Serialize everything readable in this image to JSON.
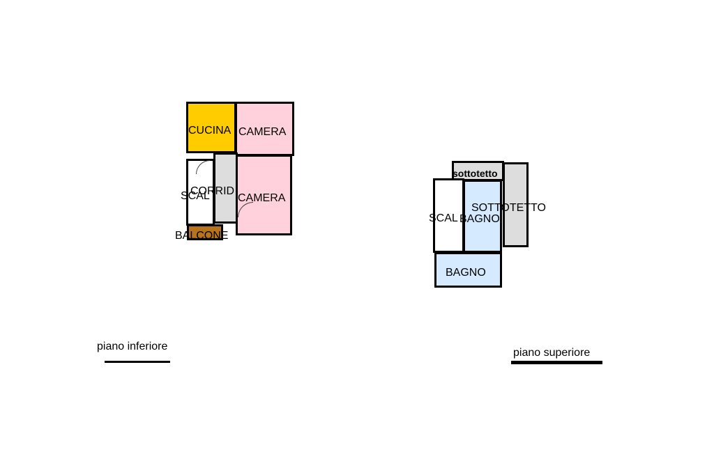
{
  "floors": {
    "lower": {
      "caption": "piano inferiore",
      "rooms": {
        "cucina": "CUCINA",
        "camera_top": "CAMERA",
        "scala": "SCAL",
        "corridoio": "CORRID",
        "camera_bottom": "CAMERA",
        "balcone": "BALCONE"
      }
    },
    "upper": {
      "caption": "piano superiore",
      "rooms": {
        "sottotetto_small": "sottotetto",
        "sottotetto_large": "SOTTOTETTO",
        "scala": "SCAL",
        "bagno_upper": "BAGNO",
        "bagno_lower": "BAGNO"
      }
    }
  },
  "colors": {
    "cucina": "#ffcc00",
    "camera": "#ffd1dc",
    "corridoio": "#dddddd",
    "scala": "#ffffff",
    "balcone": "#b8741a",
    "bagno": "#d6eaff",
    "sottotetto": "#dddddd"
  }
}
